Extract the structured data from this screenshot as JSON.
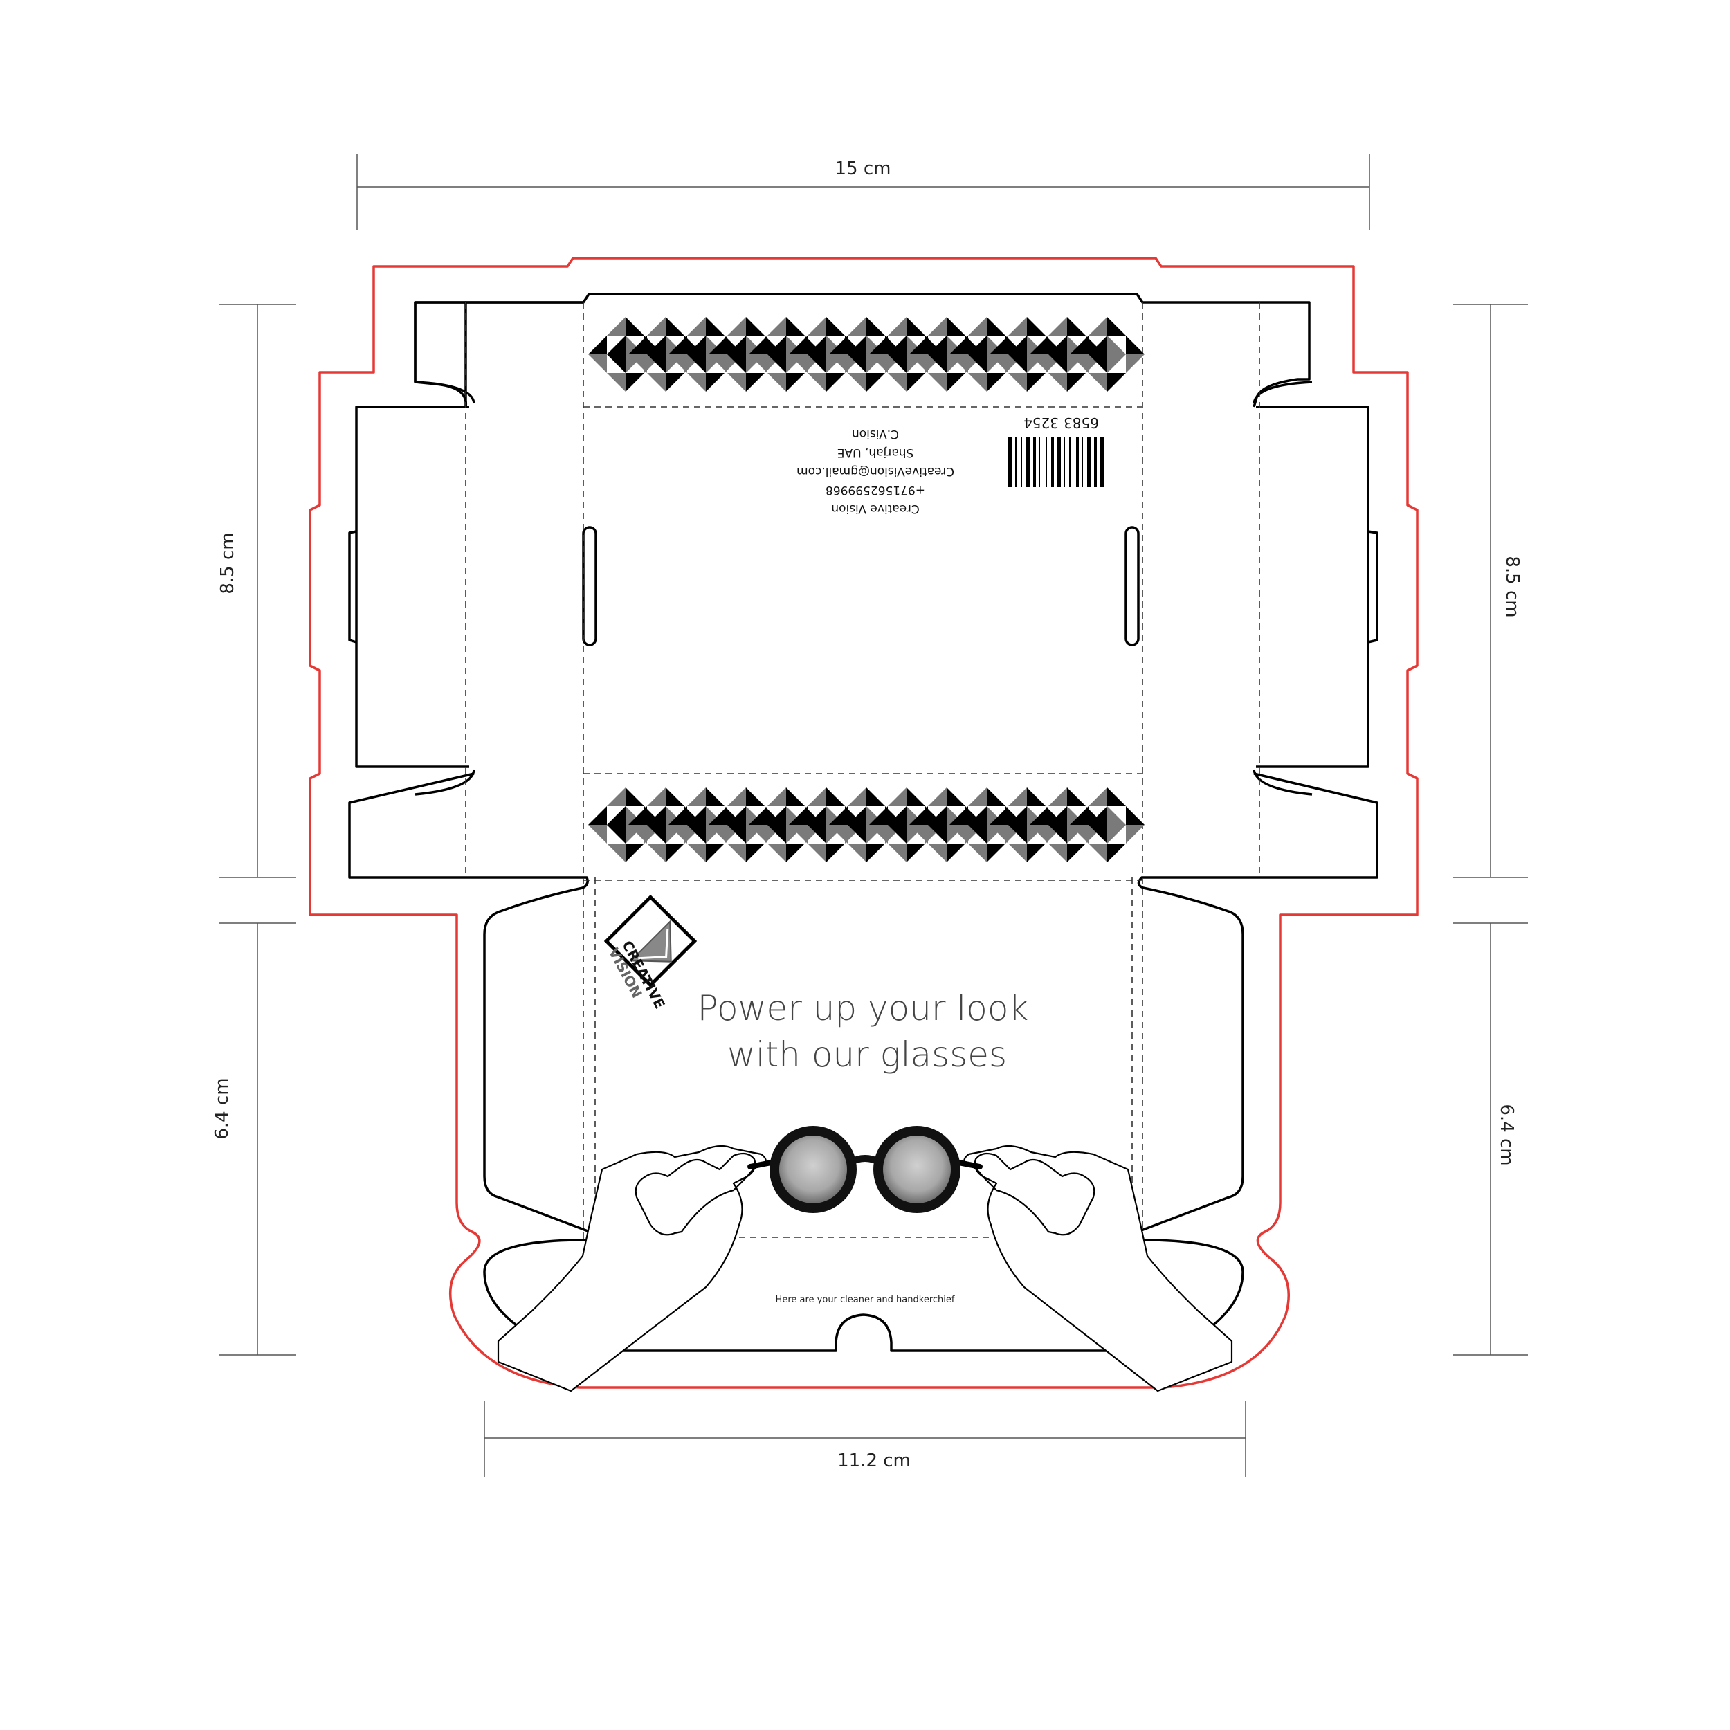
{
  "dimensions": {
    "top_width": "15 cm",
    "left_upper_height": "8.5 cm",
    "right_upper_height": "8.5 cm",
    "left_lower_height": "6.4 cm",
    "right_lower_height": "6.4 cm",
    "bottom_width": "11.2 cm"
  },
  "return_address": {
    "name": "Creative Vision",
    "phone": "+971562599968",
    "email": "CreativeVision@gmail.com",
    "location": "Sharjah, UAE",
    "short_name": "C.Vision"
  },
  "barcode": {
    "left_digits": "6583",
    "right_digits": "3254"
  },
  "logo": {
    "line1": "CREATIVE",
    "line2": "VISION"
  },
  "front_panel": {
    "tagline_line1": "Power up your look",
    "tagline_line2": "with our glasses",
    "inner_note": "Here are your cleaner and handkerchief"
  },
  "colors": {
    "bleed_line": "#e53935",
    "cut_line": "#000000",
    "pattern_dark": "#000000",
    "pattern_light": "#7a7a7a"
  },
  "icons": {
    "logo": "creative-vision-logo-icon",
    "glasses": "glasses-icon",
    "hands": "hands-holding-glasses-icon",
    "barcode": "barcode-icon"
  }
}
